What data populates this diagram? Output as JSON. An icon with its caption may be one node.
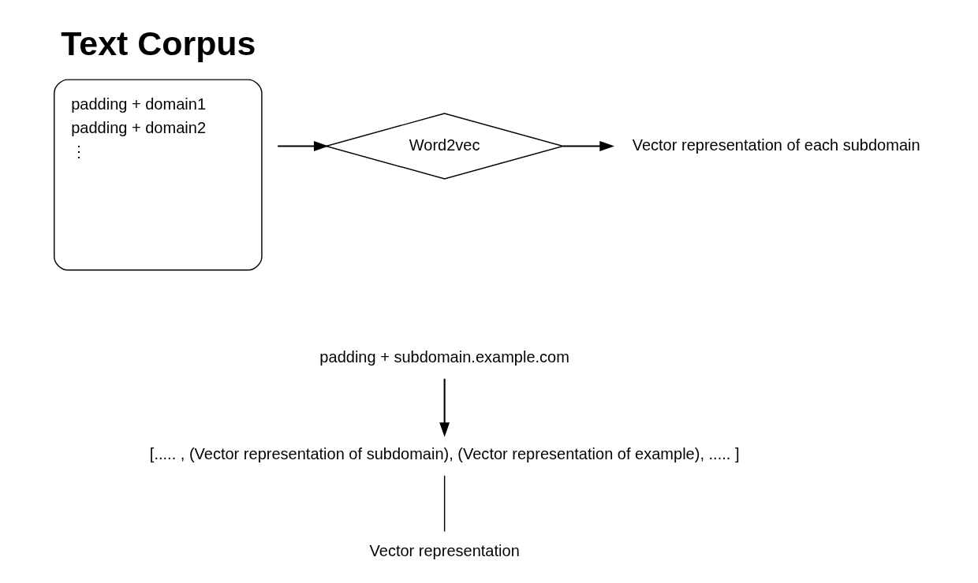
{
  "diagram": {
    "nodes": [
      {
        "text": [
          "Text Corpus",
          "padding + domain1",
          "padding + domain2",
          "⋮"
        ]
      },
      {
        "text": [
          "Word2vec"
        ]
      },
      {
        "text": [
          "Vector representation of each subdomain"
        ]
      },
      {
        "text": [
          "padding + subdomain.example.com"
        ]
      },
      {
        "text": [
          "[..... , (Vector representation of subdomain), (Vector representation of example), ..... ]"
        ]
      }
    ],
    "edges": [
      {
        "from": 0,
        "to": 1,
        "arrow": "to"
      },
      {
        "from": 1,
        "to": 2,
        "arrow": "to"
      },
      {
        "from": 3,
        "to": 4,
        "arrow": "to"
      }
    ],
    "labels": [
      "Vector representation"
    ]
  }
}
